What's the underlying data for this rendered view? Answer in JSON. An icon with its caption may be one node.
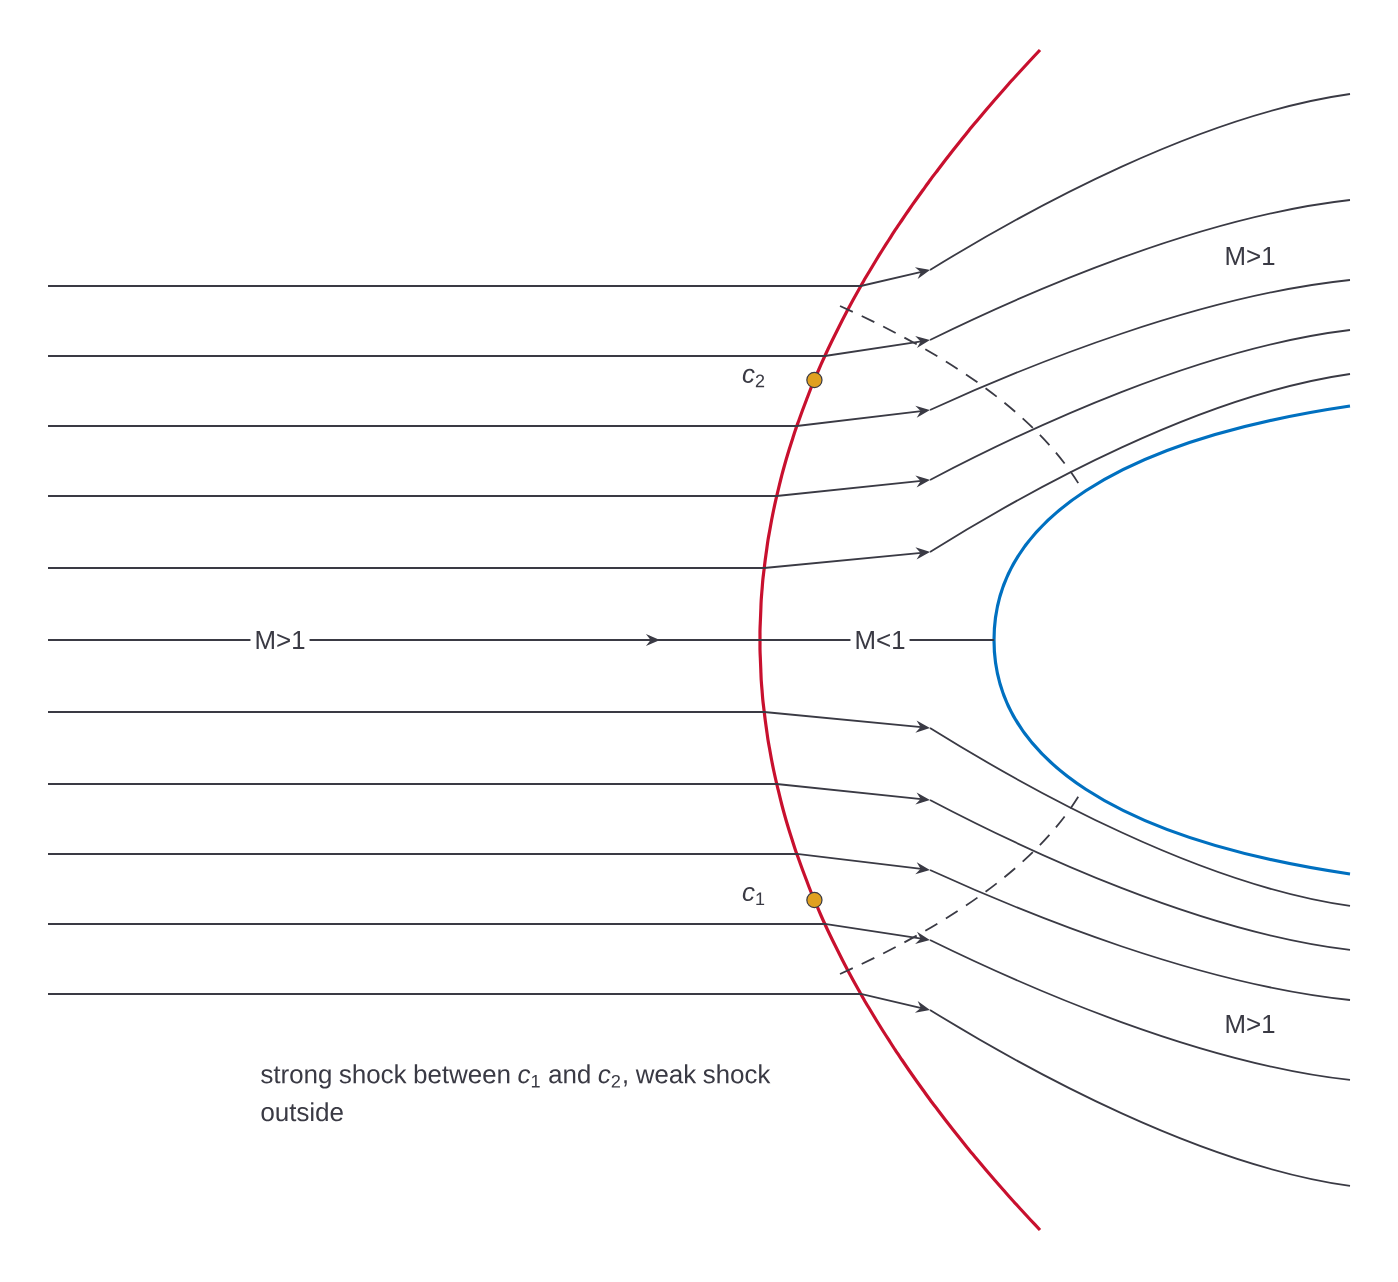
{
  "diagram": {
    "caption": "strong shock between *c*$_{1}$ and *c*$_{2}$, weak shock outside",
    "labels": [
      "M>1",
      "*c*$_{2}$",
      "M>1",
      "M<1",
      "*c*$_{1}$",
      "M>1"
    ]
  }
}
